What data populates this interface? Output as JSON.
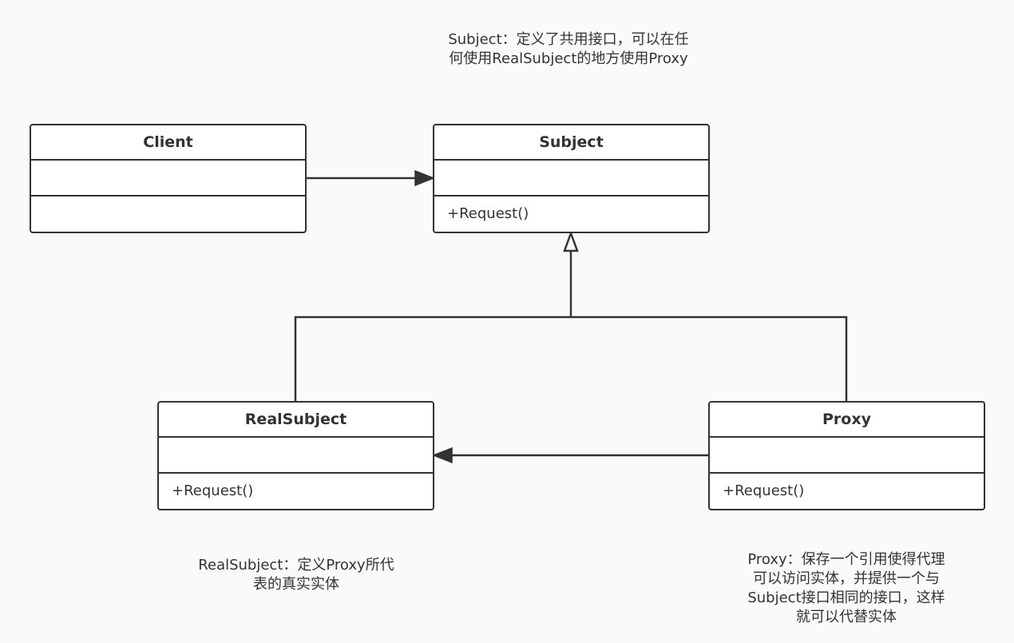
{
  "classes": {
    "client": {
      "name": "Client",
      "attributes": "",
      "operations": ""
    },
    "subject": {
      "name": "Subject",
      "attributes": "",
      "operations": "+Request()"
    },
    "real_subject": {
      "name": "RealSubject",
      "attributes": "",
      "operations": "+Request()"
    },
    "proxy": {
      "name": "Proxy",
      "attributes": "",
      "operations": "+Request()"
    }
  },
  "notes": {
    "subject_line1": "Subject：定义了共用接口，可以在任",
    "subject_line2": "何使用RealSubject的地方使用Proxy",
    "real_subject_line1": "RealSubject：定义Proxy所代",
    "real_subject_line2": "表的真实实体",
    "proxy_line1": "Proxy：保存一个引用使得代理",
    "proxy_line2": "可以访问实体，并提供一个与",
    "proxy_line3": "Subject接口相同的接口，这样",
    "proxy_line4": "就可以代替实体"
  },
  "relationships": [
    {
      "from": "Client",
      "to": "Subject",
      "type": "association"
    },
    {
      "from": "RealSubject",
      "to": "Subject",
      "type": "generalization"
    },
    {
      "from": "Proxy",
      "to": "Subject",
      "type": "generalization"
    },
    {
      "from": "Proxy",
      "to": "RealSubject",
      "type": "association"
    }
  ],
  "colors": {
    "stroke": "#333333",
    "background": "#fafafa",
    "box_fill": "#ffffff"
  }
}
